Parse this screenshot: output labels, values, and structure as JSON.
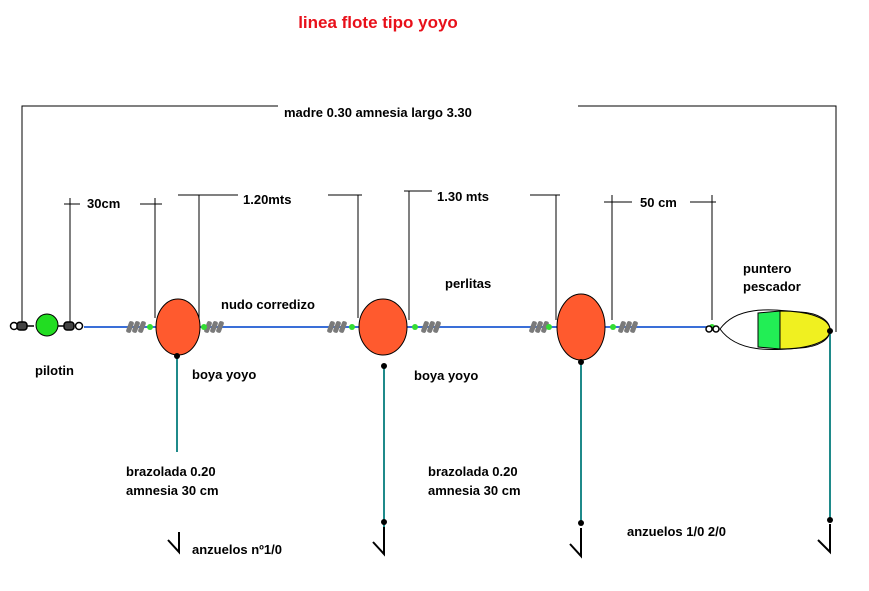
{
  "title": "linea flote tipo yoyo",
  "colors": {
    "title": "#e8101a",
    "main_line": "#3a6fd8",
    "branch_line": "#1f8a8a",
    "float": "#ff5a2e",
    "pilotin": "#22dd22",
    "beads": "#33dd33",
    "knot": "#7a7a7a",
    "puntero_green": "#22ee55",
    "puntero_yellow": "#f0f020"
  },
  "labels": {
    "madre": "madre 0.30 amnesia  largo 3.30",
    "m30cm": "30cm",
    "m120": "1.20mts",
    "m130": "1.30 mts",
    "m50": "50 cm",
    "pilotin": "pilotin",
    "nudo": "nudo corredizo",
    "perlitas": "perlitas",
    "puntero_1": "puntero",
    "puntero_2": "pescador",
    "boya_1": "boya yoyo",
    "boya_2": "boya yoyo",
    "brazolada_1a": "brazolada 0.20",
    "brazolada_1b": "amnesia  30 cm",
    "brazolada_2a": "brazolada 0.20",
    "brazolada_2b": "amnesia  30 cm",
    "anzuelos_1": "anzuelos nº1/0",
    "anzuelos_2": "anzuelos 1/0 2/0"
  }
}
